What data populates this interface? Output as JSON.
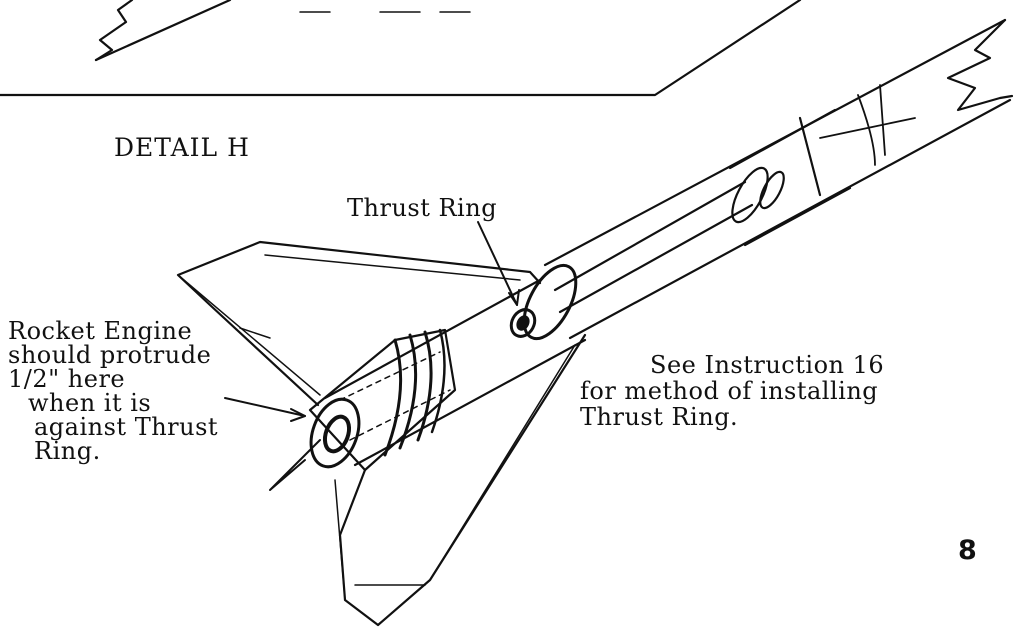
{
  "detail": {
    "title": "DETAIL H"
  },
  "labels": {
    "thrust_ring": "Thrust Ring",
    "engine_note": {
      "line1": "Rocket Engine",
      "line2": "should protrude",
      "line3": "1/2\"  here",
      "line4": "when it is",
      "line5": "against Thrust",
      "line6": "Ring."
    },
    "instruction_note": {
      "line1": "See Instruction 16",
      "line2": "for method of installing",
      "line3": "Thrust Ring."
    }
  },
  "page": {
    "number": "8"
  }
}
